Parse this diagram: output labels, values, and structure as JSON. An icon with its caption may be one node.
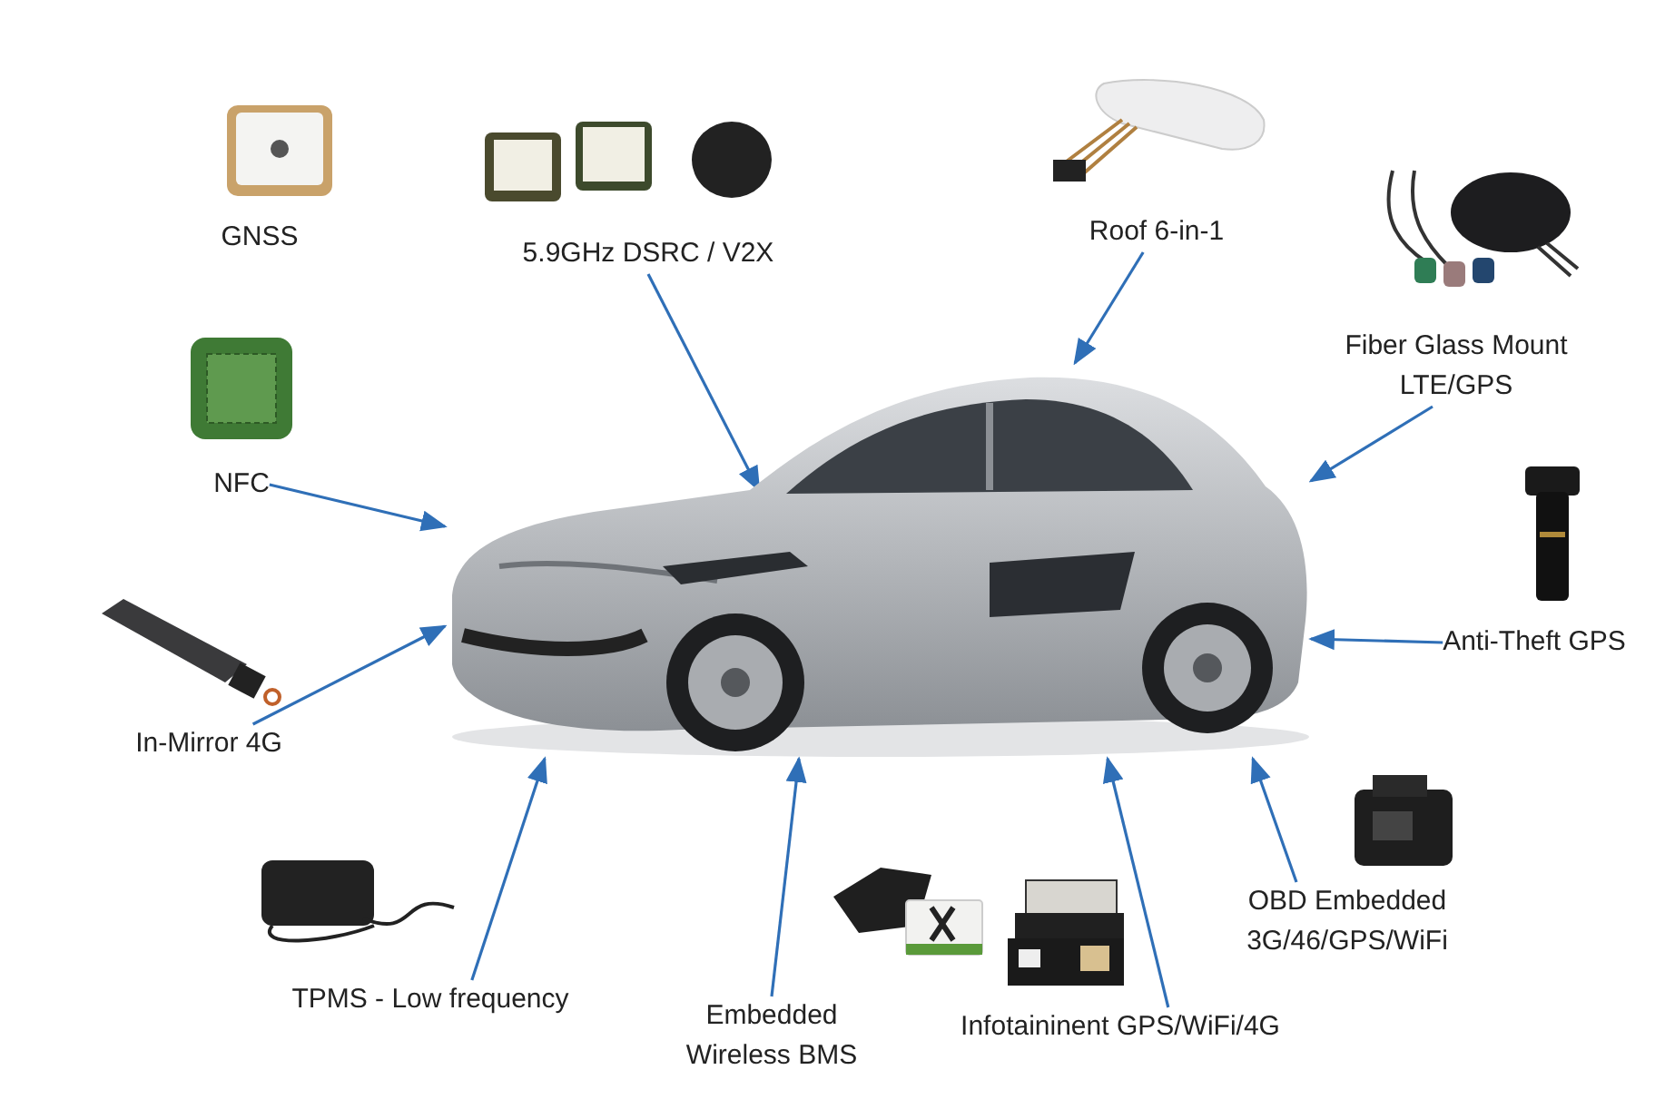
{
  "diagram": {
    "nodes": [
      {
        "text": [],
        "shape": "picture"
      },
      {
        "text": [
          "GNSS"
        ]
      },
      {
        "text": [
          "5.9GHz DSRC / V2X"
        ]
      },
      {
        "text": [
          "Roof 6-in-1"
        ]
      },
      {
        "text": [
          "Fiber Glass Mount LTE/GPS"
        ]
      },
      {
        "text": [
          "NFC"
        ]
      },
      {
        "text": [
          "In-Mirror 4G"
        ]
      },
      {
        "text": [
          "Anti-Theft GPS"
        ]
      },
      {
        "text": [
          "OBD Embedded 3G/46/GPS/WiFi"
        ]
      },
      {
        "text": [
          "Infotaininent GPS/WiFi/4G"
        ]
      },
      {
        "text": [
          "Embedded Wireless BMS"
        ]
      },
      {
        "text": [
          "TPMS - Low frequency"
        ]
      }
    ],
    "edges": [
      {
        "from": 2,
        "to": 0,
        "arrow": "to"
      },
      {
        "from": 3,
        "to": 0,
        "arrow": "to"
      },
      {
        "from": 4,
        "to": 0,
        "arrow": "to"
      },
      {
        "from": 5,
        "to": 0,
        "arrow": "to"
      },
      {
        "from": 6,
        "to": 0,
        "arrow": "to"
      },
      {
        "from": 7,
        "to": 0,
        "arrow": "to"
      },
      {
        "from": 8,
        "to": 0,
        "arrow": "to"
      },
      {
        "from": 9,
        "to": 0,
        "arrow": "to"
      },
      {
        "from": 10,
        "to": 0,
        "arrow": "to"
      },
      {
        "from": 11,
        "to": 0,
        "arrow": "to"
      }
    ]
  }
}
